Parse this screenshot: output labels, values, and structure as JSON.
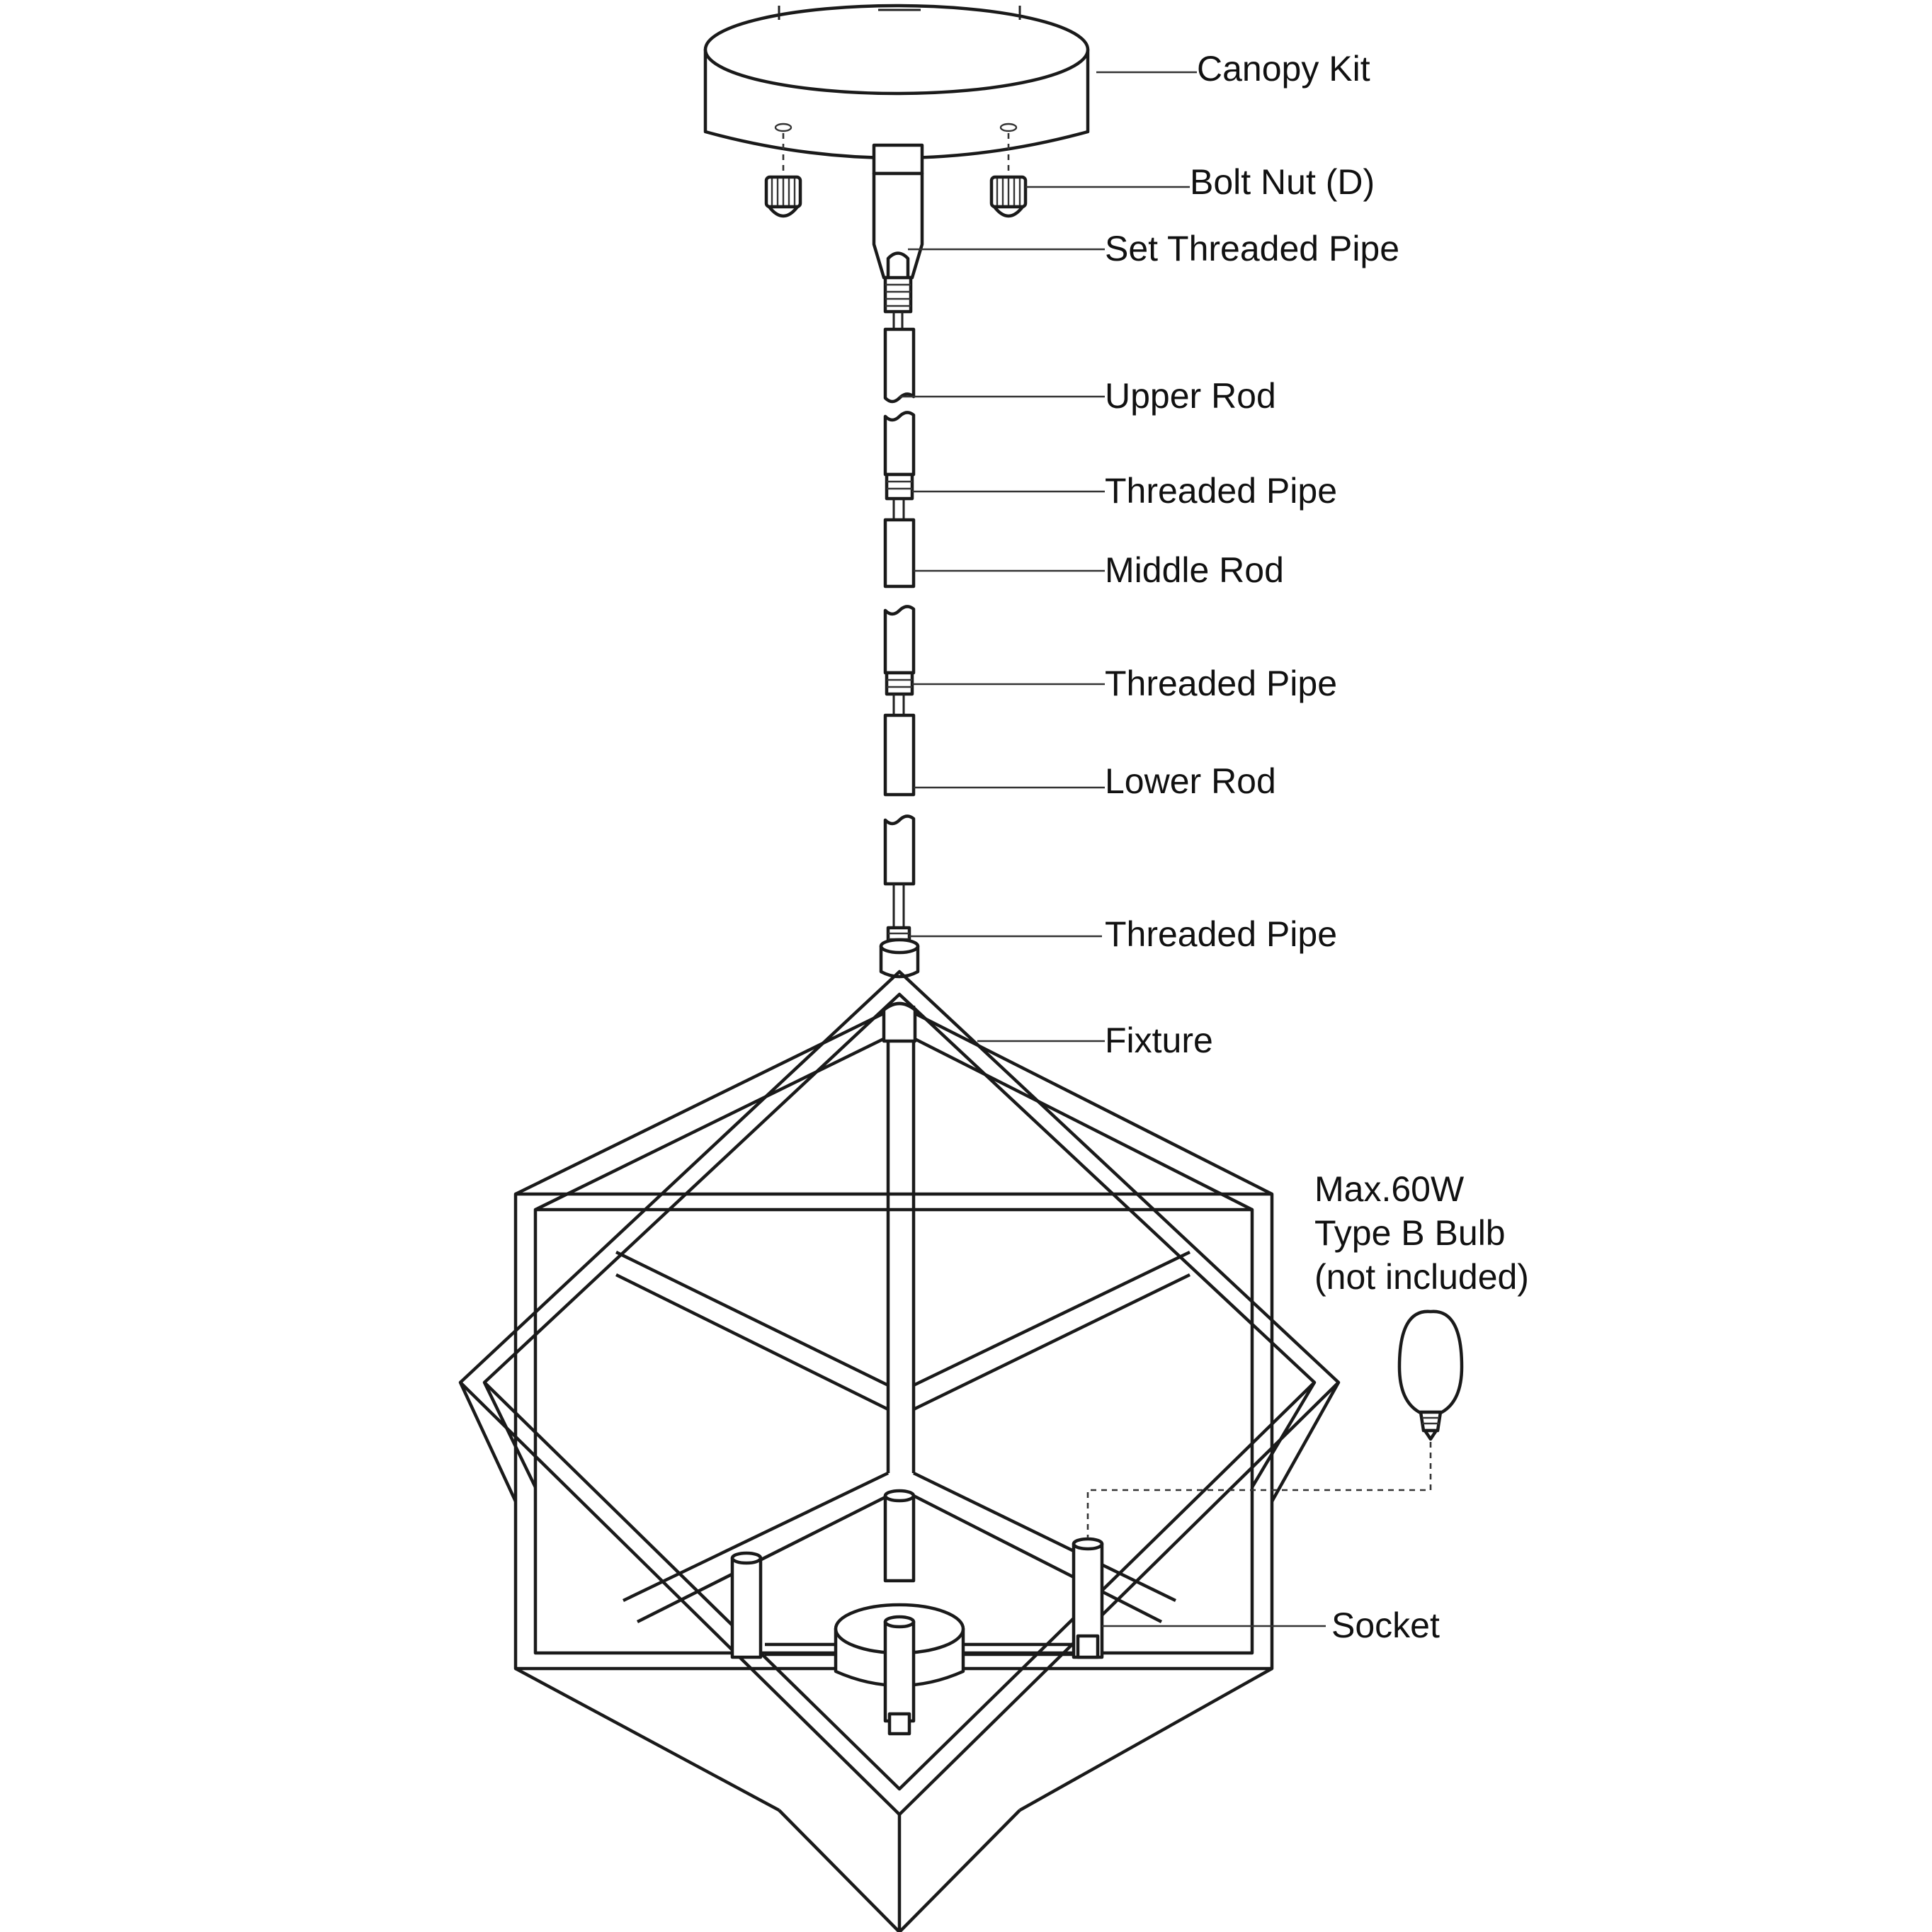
{
  "labels": {
    "canopy_kit": "Canopy Kit",
    "bolt_nut": "Bolt Nut (D)",
    "set_threaded_pipe": "Set Threaded Pipe",
    "upper_rod": "Upper Rod",
    "threaded_pipe_1": "Threaded Pipe",
    "middle_rod": "Middle Rod",
    "threaded_pipe_2": "Threaded Pipe",
    "lower_rod": "Lower Rod",
    "threaded_pipe_3": "Threaded Pipe",
    "fixture": "Fixture",
    "bulb_line1": "Max.60W",
    "bulb_line2": "Type B Bulb",
    "bulb_line3": "(not included)",
    "socket": "Socket"
  },
  "colors": {
    "line": "#1a1a1a",
    "text": "#111111",
    "background": "#ffffff"
  }
}
